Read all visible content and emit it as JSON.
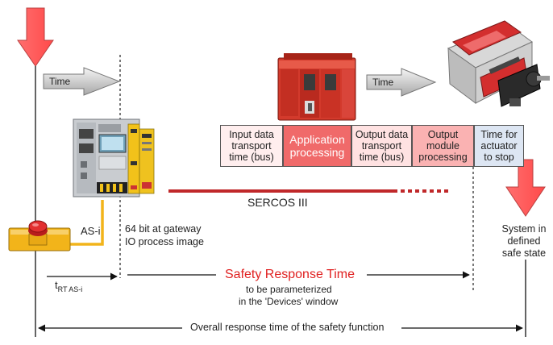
{
  "colors": {
    "alarm_red": "#ff5a5a",
    "bus_red": "#c0282a",
    "safety_red": "#e02020",
    "box_input": "#ffeeee",
    "box_application": "#f06a6a",
    "box_output_transport": "#ffe2e2",
    "box_output_module": "#fab2b2",
    "box_actuator": "#dde6f3"
  },
  "icons": {
    "start_arrow": "red-down-arrow-icon",
    "end_arrow": "red-down-arrow-icon",
    "time_arrow": "grey-right-arrow-icon",
    "gateway": "as-i-gateway-device-icon",
    "plc": "safety-controller-device-icon",
    "drive": "servo-motor-icon",
    "estop": "emergency-stop-button-icon"
  },
  "labels": {
    "time_1": "Time",
    "time_2": "Time",
    "sercos": "SERCOS III",
    "asi": "AS-i",
    "gateway_note_line1": "64 bit at gateway",
    "gateway_note_line2": "IO process image",
    "trt_main": "t",
    "trt_sub": "RT AS-i",
    "safety_title": "Safety Response Time",
    "safety_sub_line1": "to be parameterized",
    "safety_sub_line2": "in the 'Devices' window",
    "safe_state_line1": "System in",
    "safe_state_line2": "defined",
    "safe_state_line3": "safe state",
    "overall": "Overall response time of the safety function"
  },
  "stages": [
    {
      "label": "Input data\ntransport\ntime (bus)"
    },
    {
      "label": "Application\nprocessing"
    },
    {
      "label": "Output data\ntransport\ntime (bus)"
    },
    {
      "label": "Output\nmodule\nprocessing"
    },
    {
      "label": "Time for\nactuator\nto stop"
    }
  ]
}
